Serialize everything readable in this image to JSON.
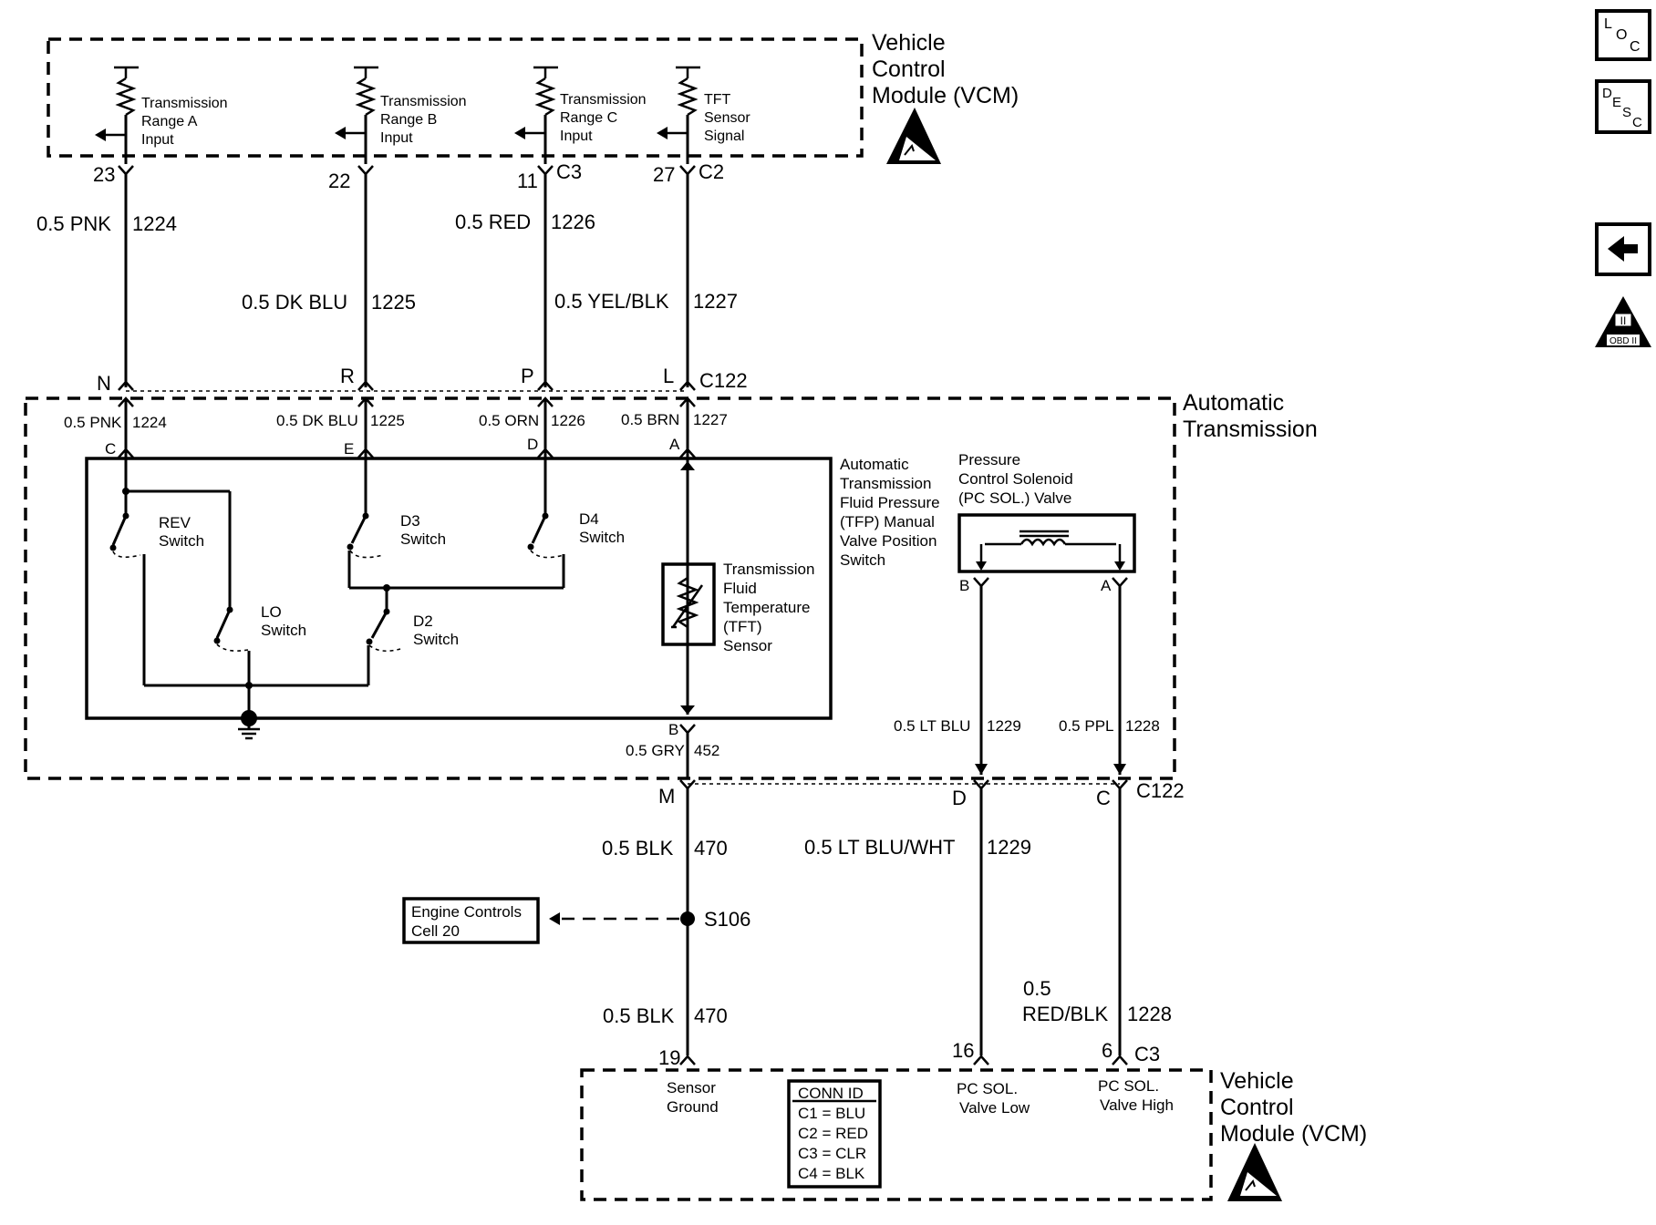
{
  "vcm_top": {
    "title_lines": [
      "Vehicle",
      "Control",
      "Module (VCM)"
    ]
  },
  "vcm_inputs": [
    {
      "lines": [
        "Transmission",
        "Range A",
        "Input"
      ],
      "pin": "23",
      "conn": "",
      "wire": "0.5 PNK",
      "circuit": "1224"
    },
    {
      "lines": [
        "Transmission",
        "Range B",
        "Input"
      ],
      "pin": "22",
      "conn": "",
      "wire": "0.5 DK BLU",
      "circuit": "1225"
    },
    {
      "lines": [
        "Transmission",
        "Range C",
        "Input"
      ],
      "pin": "11",
      "conn": "C3",
      "wire": "0.5 RED",
      "circuit": "1226"
    },
    {
      "lines": [
        "TFT",
        "Sensor",
        "Signal"
      ],
      "pin": "27",
      "conn": "C2",
      "wire": "0.5 YEL/BLK",
      "circuit": "1227"
    }
  ],
  "c122_top": {
    "connector": "C122",
    "pins": [
      "N",
      "R",
      "P",
      "L"
    ]
  },
  "transmission": {
    "title_lines": [
      "Automatic",
      "Transmission"
    ],
    "inner_wires": [
      {
        "wire": "0.5 PNK",
        "circuit": "1224",
        "pin": "C"
      },
      {
        "wire": "0.5 DK BLU",
        "circuit": "1225",
        "pin": "E"
      },
      {
        "wire": "0.5 ORN",
        "circuit": "1226",
        "pin": "D"
      },
      {
        "wire": "0.5 BRN",
        "circuit": "1227",
        "pin": "A"
      }
    ],
    "switches": {
      "rev": [
        "REV",
        "Switch"
      ],
      "lo": [
        "LO",
        "Switch"
      ],
      "d3": [
        "D3",
        "Switch"
      ],
      "d2": [
        "D2",
        "Switch"
      ],
      "d4": [
        "D4",
        "Switch"
      ]
    },
    "tfp_label": [
      "Automatic",
      "Transmission",
      "Fluid Pressure",
      "(TFP) Manual",
      "Valve Position",
      "Switch"
    ],
    "tft_label": [
      "Transmission",
      "Fluid",
      "Temperature",
      "(TFT)",
      "Sensor"
    ],
    "pc_label": [
      "Pressure",
      "Control Solenoid",
      "(PC SOL.) Valve"
    ],
    "pc_pins": [
      "B",
      "A"
    ],
    "tft_return": {
      "pin": "B",
      "wire": "0.5 GRY",
      "circuit": "452"
    },
    "pc_wires": [
      {
        "wire": "0.5 LT BLU",
        "circuit": "1229"
      },
      {
        "wire": "0.5 PPL",
        "circuit": "1228"
      }
    ]
  },
  "c122_bottom": {
    "connector": "C122",
    "pins": [
      "M",
      "D",
      "C"
    ]
  },
  "lower_wires": {
    "ground_upper": {
      "wire": "0.5 BLK",
      "circuit": "470"
    },
    "ground_lower": {
      "wire": "0.5 BLK",
      "circuit": "470"
    },
    "splice": "S106",
    "engine_ref": [
      "Engine Controls",
      "Cell 20"
    ],
    "pc_low": {
      "wire": "0.5 LT BLU/WHT",
      "circuit": "1229"
    },
    "pc_high": {
      "wire_lines": [
        "0.5",
        "RED/BLK"
      ],
      "circuit": "1228"
    }
  },
  "vcm_bottom": {
    "title_lines": [
      "Vehicle",
      "Control",
      "Module (VCM)"
    ],
    "pins": [
      {
        "pin": "19",
        "conn": "",
        "lines": [
          "Sensor",
          "Ground"
        ]
      },
      {
        "pin": "16",
        "conn": "",
        "lines": [
          "PC SOL.",
          "Valve Low"
        ]
      },
      {
        "pin": "6",
        "conn": "C3",
        "lines": [
          "PC SOL.",
          "Valve High"
        ]
      }
    ],
    "conn_id": [
      "CONN ID",
      "C1 = BLU",
      "C2 = RED",
      "C3 = CLR",
      "C4 = BLK"
    ]
  },
  "side_nav": {
    "loc": {
      "l": "L",
      "o": "O",
      "c": "C"
    },
    "desc": {
      "d": "D",
      "e": "E",
      "s": "S",
      "c": "C"
    },
    "obd": {
      "roman": "II",
      "label": "OBD II"
    }
  }
}
